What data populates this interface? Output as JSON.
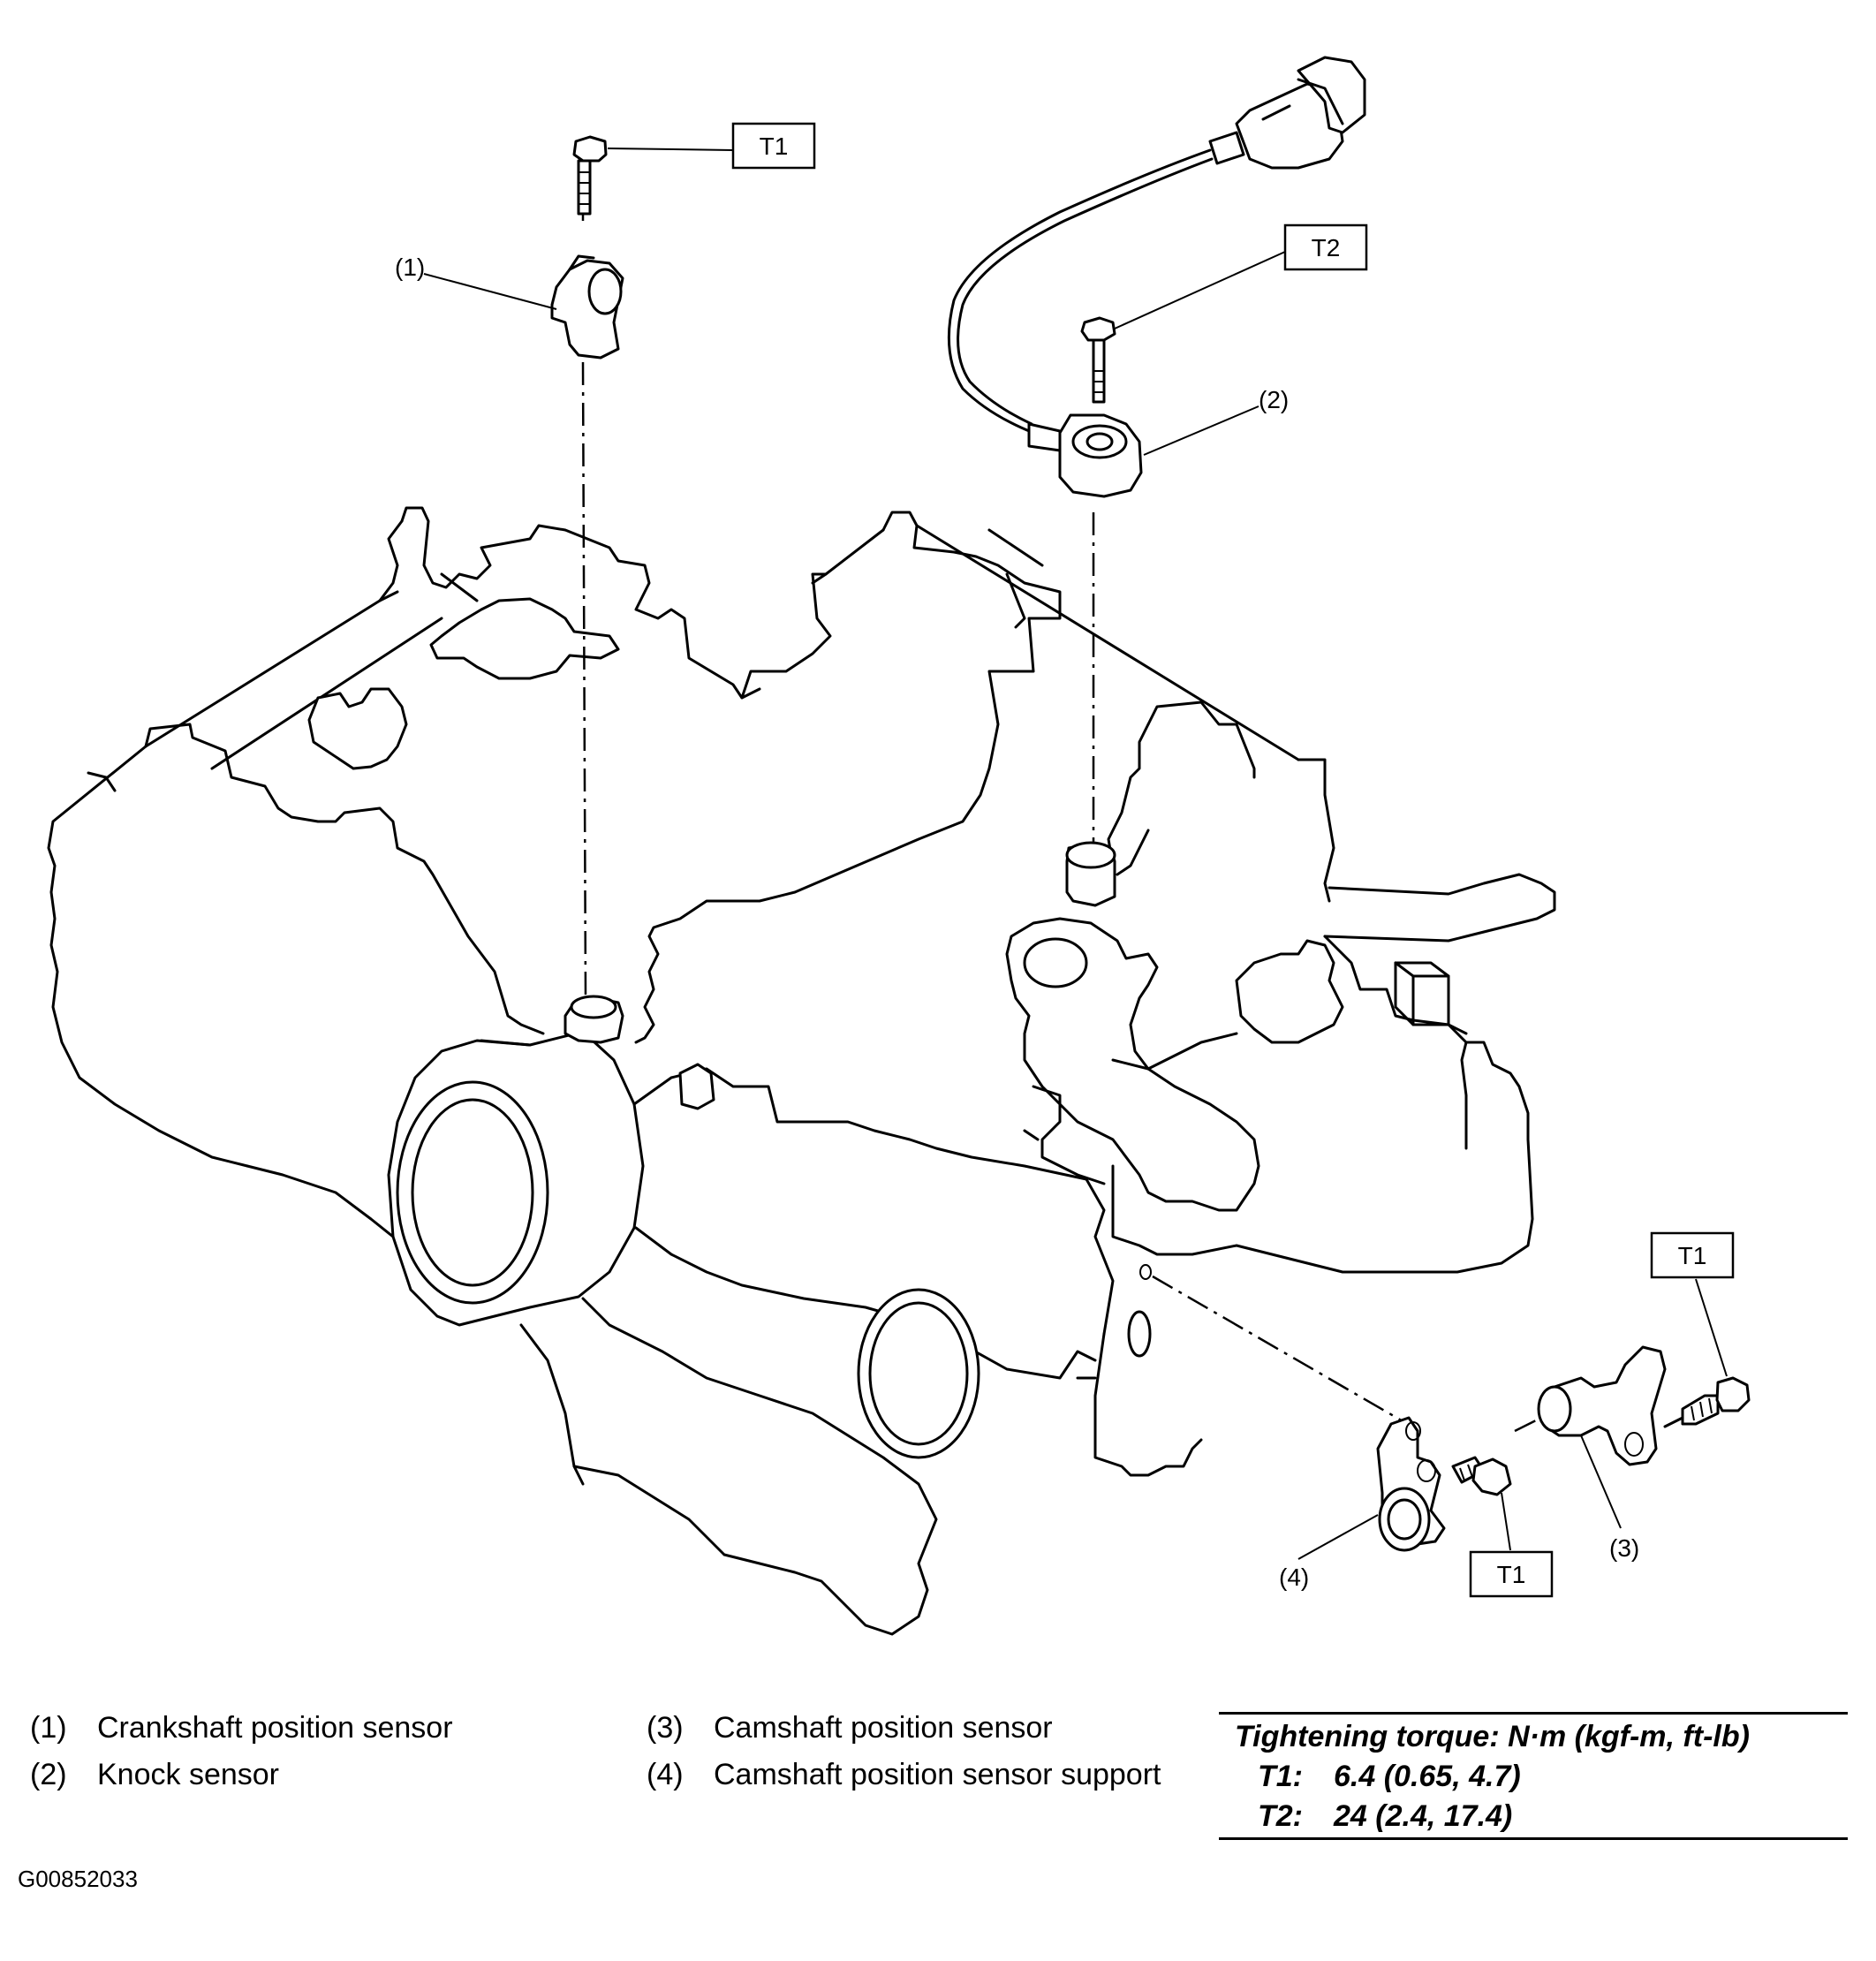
{
  "callouts": {
    "c1": "(1)",
    "c2": "(2)",
    "c3": "(3)",
    "c4": "(4)"
  },
  "torque_tags": {
    "top_left": "T1",
    "top_right": "T2",
    "bottom_right": "T1",
    "bottom_mid": "T1"
  },
  "legend": {
    "items": [
      {
        "num": "(1)",
        "label": "Crankshaft position sensor"
      },
      {
        "num": "(2)",
        "label": "Knock sensor"
      },
      {
        "num": "(3)",
        "label": "Camshaft position sensor"
      },
      {
        "num": "(4)",
        "label": "Camshaft position sensor support"
      }
    ]
  },
  "torque_table": {
    "title": "Tightening torque: N·m (kgf-m, ft-lb)",
    "rows": [
      {
        "key": "T1:",
        "value": "6.4 (0.65, 4.7)"
      },
      {
        "key": "T2:",
        "value": "24 (2.4, 17.4)"
      }
    ]
  },
  "figure_id": "G00852033"
}
